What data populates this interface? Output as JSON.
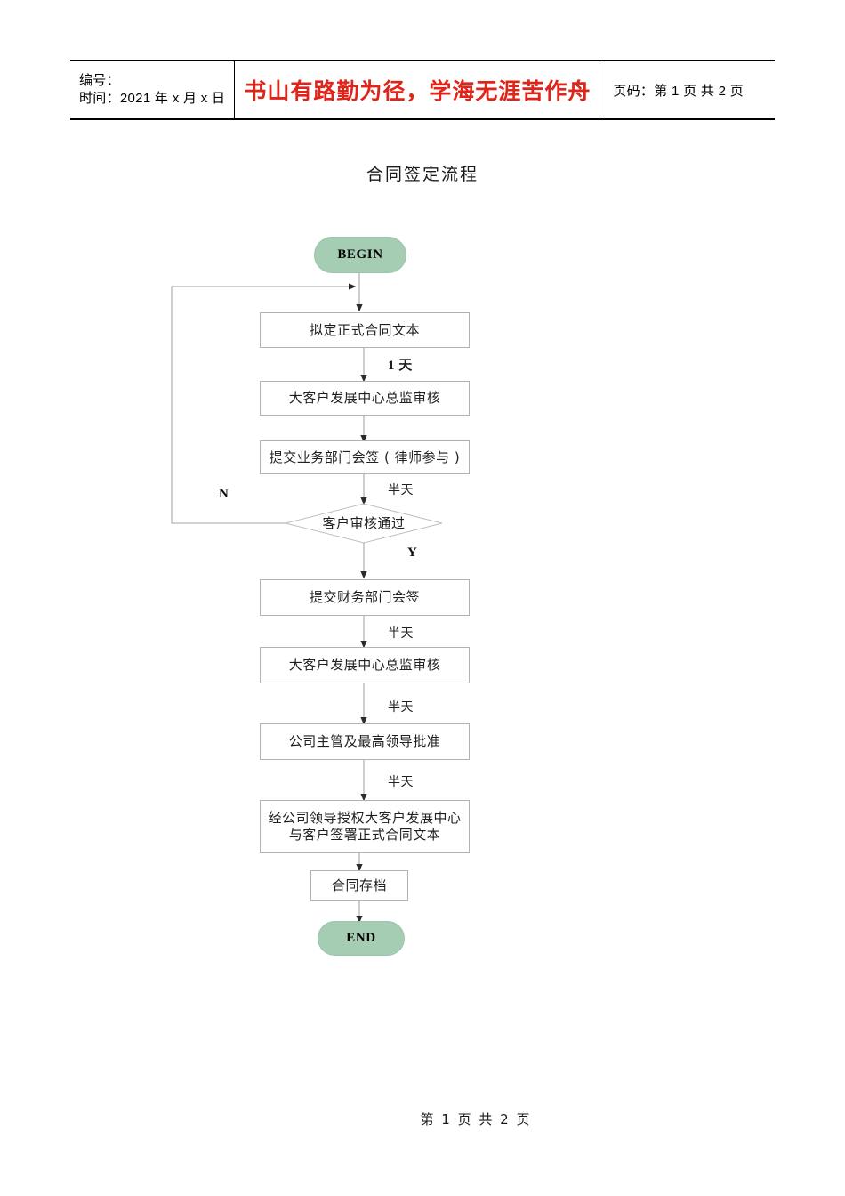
{
  "header": {
    "left_cell": {
      "line1": "编号：",
      "line2": "时间：2021 年 x 月 x 日"
    },
    "slogan": "书山有路勤为径，学海无涯苦作舟",
    "slogan_color": "#e02419",
    "page_info": "页码：第 1 页 共 2 页"
  },
  "title": "合同签定流程",
  "footer": "第 1 页 共 2 页",
  "theme": {
    "terminator_fill": "#a5cdb4",
    "terminator_border": "#9cc3ac",
    "process_border": "#b3b3b3",
    "connector_color": "#a6a6a6",
    "text_color": "#1f1f1f"
  },
  "flowchart": {
    "type": "flowchart",
    "nodes": [
      {
        "id": "begin",
        "shape": "terminator",
        "label": "BEGIN"
      },
      {
        "id": "draft",
        "shape": "process",
        "label": "拟定正式合同文本"
      },
      {
        "id": "review1",
        "shape": "process",
        "label": "大客户发展中心总监审核"
      },
      {
        "id": "biz_sign",
        "shape": "process",
        "label": "提交业务部门会签 ( 律师参与 )"
      },
      {
        "id": "decision",
        "shape": "decision",
        "label": "客户审核通过"
      },
      {
        "id": "fin_sign",
        "shape": "process",
        "label": "提交财务部门会签"
      },
      {
        "id": "review2",
        "shape": "process",
        "label": "大客户发展中心总监审核"
      },
      {
        "id": "approve",
        "shape": "process",
        "label": "公司主管及最高领导批准"
      },
      {
        "id": "sign",
        "shape": "process",
        "label_line1": "经公司领导授权大客户发展中心",
        "label_line2": "与客户签署正式合同文本"
      },
      {
        "id": "archive",
        "shape": "process",
        "label": "合同存档"
      },
      {
        "id": "end",
        "shape": "terminator",
        "label": "END"
      }
    ],
    "edges": [
      {
        "from": "begin",
        "to": "draft",
        "label": ""
      },
      {
        "from": "draft",
        "to": "review1",
        "label": "1 天"
      },
      {
        "from": "review1",
        "to": "biz_sign",
        "label": ""
      },
      {
        "from": "biz_sign",
        "to": "decision",
        "label": "半天"
      },
      {
        "from": "decision",
        "to": "fin_sign",
        "label": "",
        "branch": "Y"
      },
      {
        "from": "decision",
        "to": "draft",
        "label": "",
        "branch": "N"
      },
      {
        "from": "fin_sign",
        "to": "review2",
        "label": "半天"
      },
      {
        "from": "review2",
        "to": "approve",
        "label": "半天"
      },
      {
        "from": "approve",
        "to": "sign",
        "label": "半天"
      },
      {
        "from": "sign",
        "to": "archive",
        "label": ""
      },
      {
        "from": "archive",
        "to": "end",
        "label": ""
      }
    ],
    "branch_labels": {
      "yes": "Y",
      "no": "N"
    },
    "duration_labels": [
      "1 天",
      "半天",
      "半天",
      "半天",
      "半天",
      "半天"
    ]
  }
}
